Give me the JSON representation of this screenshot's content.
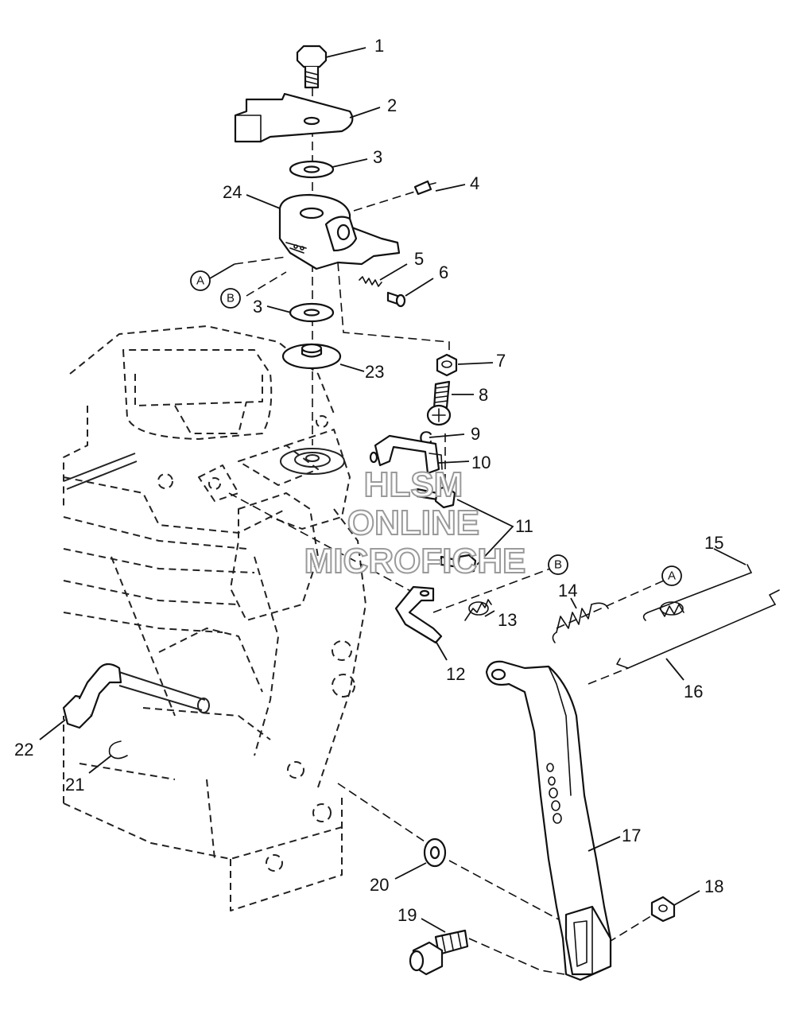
{
  "callouts": [
    {
      "id": "1",
      "label": "1"
    },
    {
      "id": "2",
      "label": "2"
    },
    {
      "id": "3a",
      "label": "3"
    },
    {
      "id": "4",
      "label": "4"
    },
    {
      "id": "24",
      "label": "24"
    },
    {
      "id": "5",
      "label": "5"
    },
    {
      "id": "6",
      "label": "6"
    },
    {
      "id": "3b",
      "label": "3"
    },
    {
      "id": "23",
      "label": "23"
    },
    {
      "id": "7",
      "label": "7"
    },
    {
      "id": "8",
      "label": "8"
    },
    {
      "id": "9",
      "label": "9"
    },
    {
      "id": "10",
      "label": "10"
    },
    {
      "id": "11",
      "label": "11"
    },
    {
      "id": "12",
      "label": "12"
    },
    {
      "id": "13",
      "label": "13"
    },
    {
      "id": "14",
      "label": "14"
    },
    {
      "id": "15",
      "label": "15"
    },
    {
      "id": "16",
      "label": "16"
    },
    {
      "id": "17",
      "label": "17"
    },
    {
      "id": "18",
      "label": "18"
    },
    {
      "id": "19",
      "label": "19"
    },
    {
      "id": "20",
      "label": "20"
    },
    {
      "id": "21",
      "label": "21"
    },
    {
      "id": "22",
      "label": "22"
    }
  ],
  "references": {
    "a_left": "A",
    "b_left": "B",
    "b_right": "B",
    "a_right": "A"
  },
  "e_clip_glyph": "C",
  "watermark": {
    "line1": "HLSM",
    "line2": "ONLINE",
    "line3": "MICROFICHE"
  }
}
